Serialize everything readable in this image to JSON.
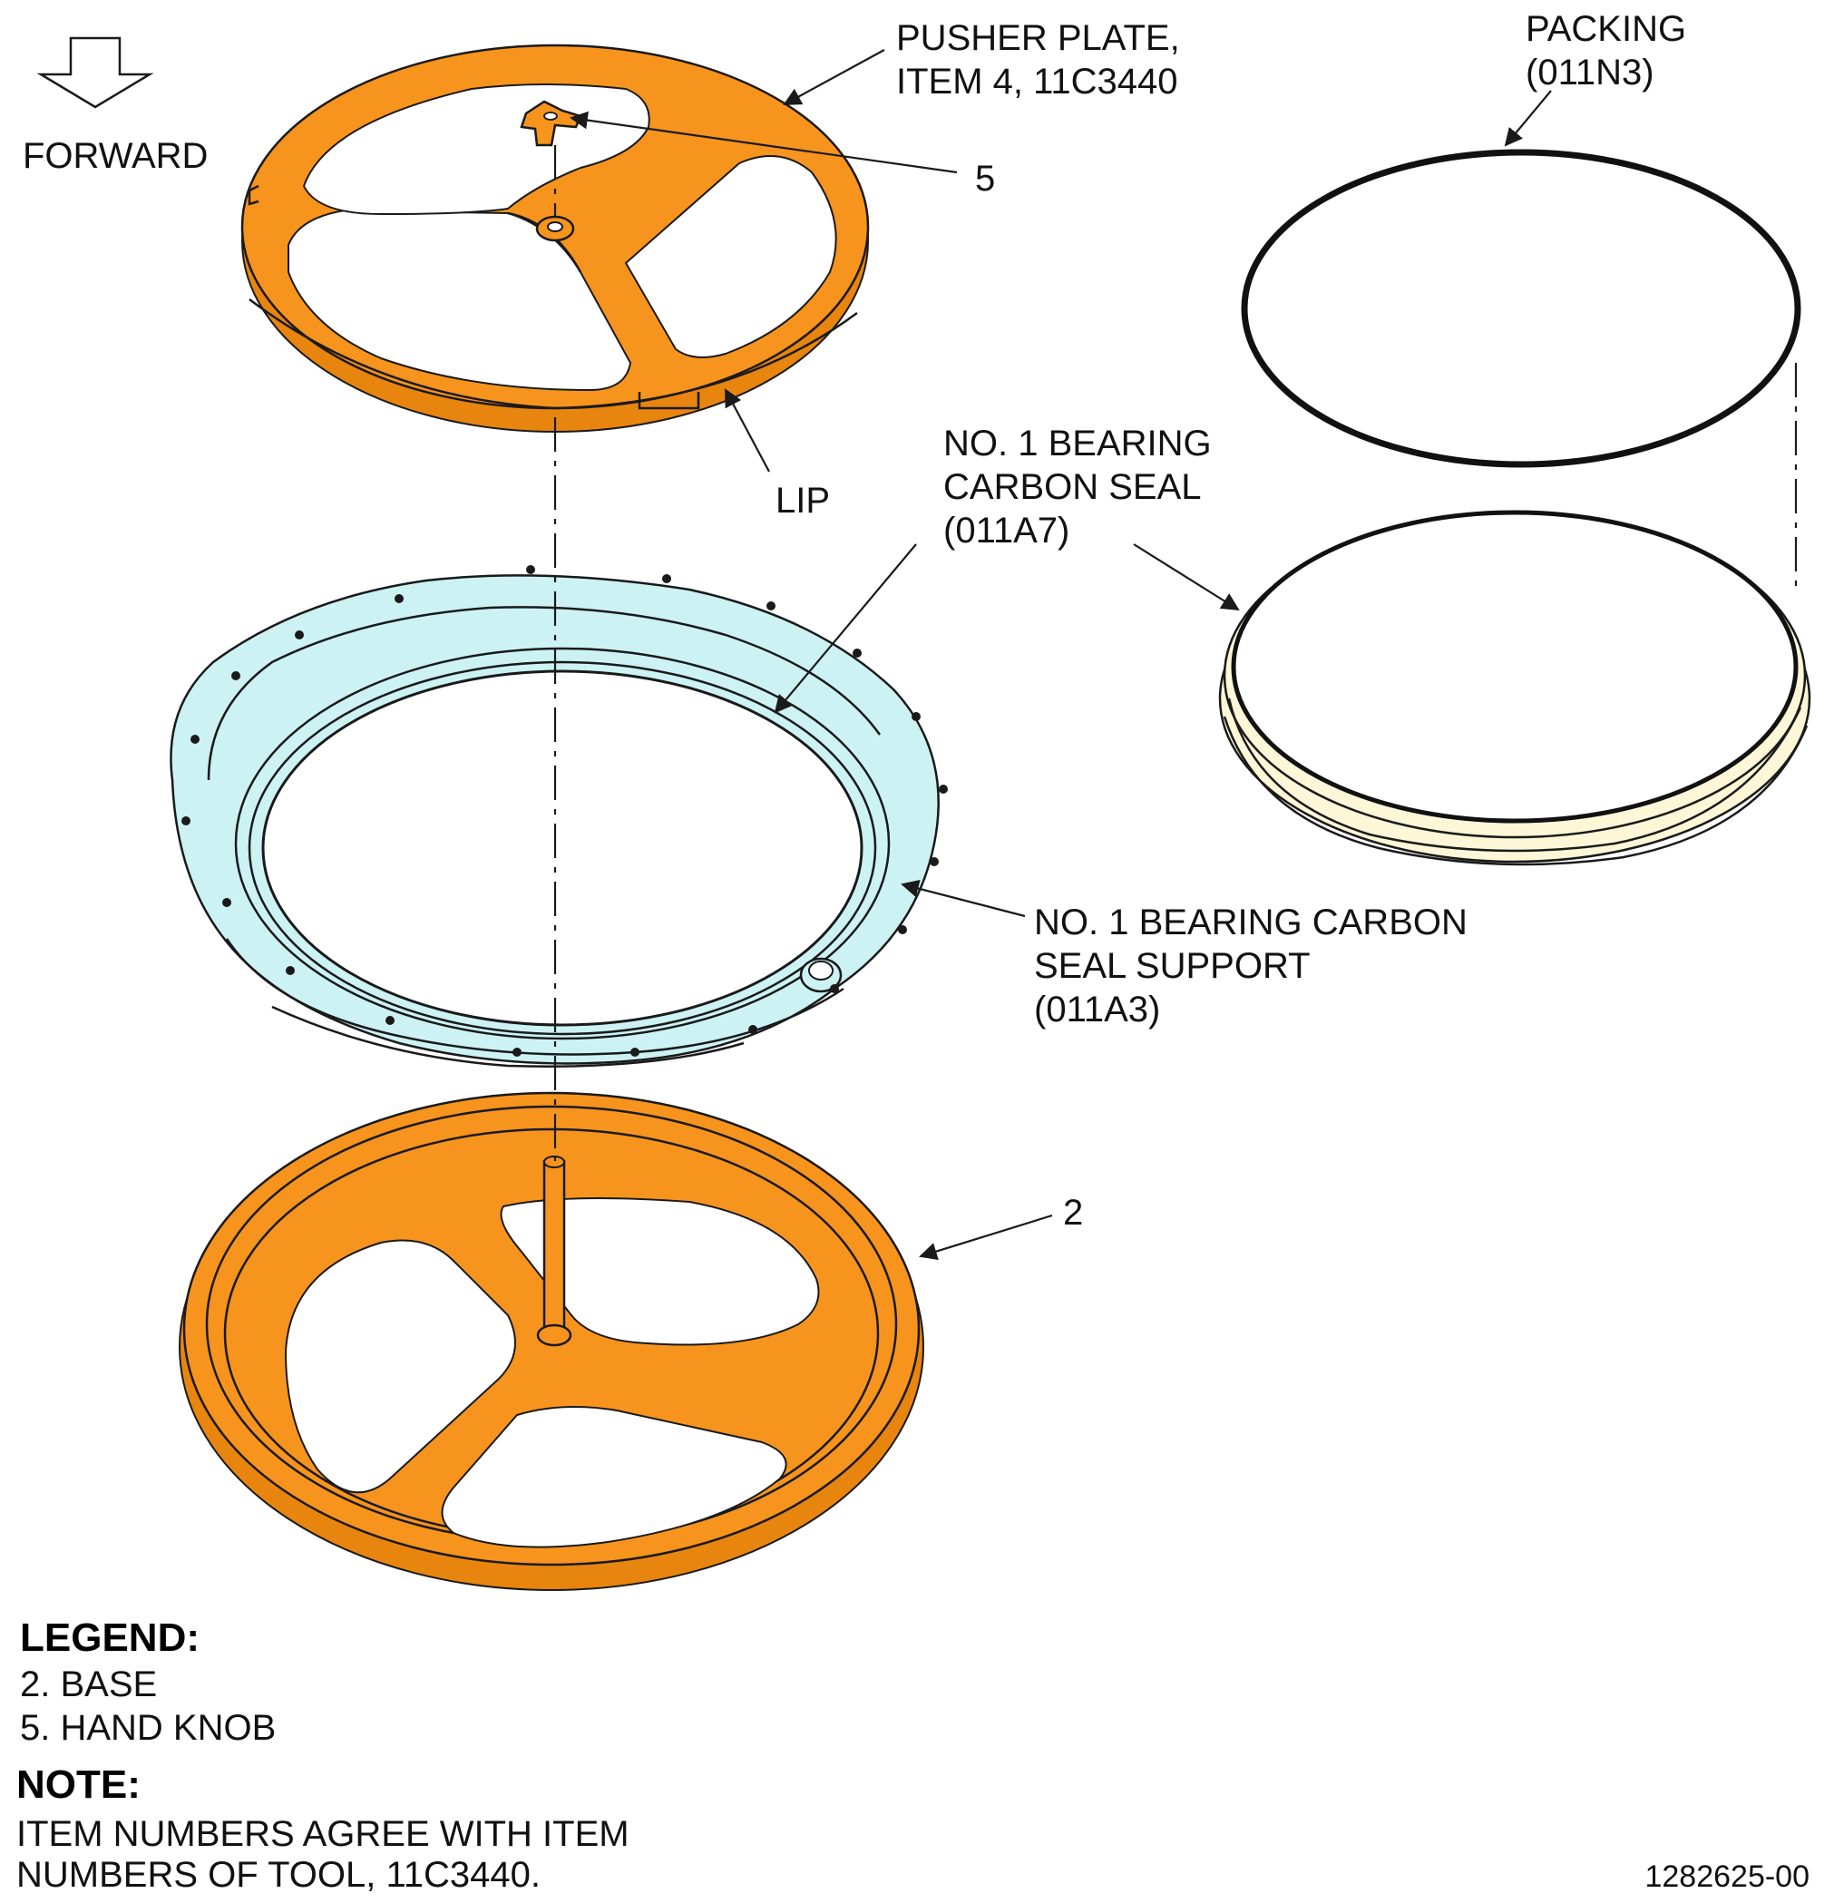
{
  "labels": {
    "forward": "FORWARD",
    "pusher_plate_line1": "PUSHER PLATE,",
    "pusher_plate_line2": "ITEM 4, 11C3440",
    "item5": "5",
    "lip": "LIP",
    "packing_line1": "PACKING",
    "packing_line2": "(011N3)",
    "carbon_seal_line1": "NO. 1 BEARING",
    "carbon_seal_line2": "CARBON SEAL",
    "carbon_seal_line3": "(011A7)",
    "seal_support_line1": "NO. 1 BEARING CARBON",
    "seal_support_line2": "SEAL SUPPORT",
    "seal_support_line3": "(011A3)",
    "item2": "2"
  },
  "legend": {
    "title": "LEGEND:",
    "items": [
      "2. BASE",
      "5. HAND KNOB"
    ]
  },
  "note": {
    "title": "NOTE:",
    "line1": "ITEM NUMBERS AGREE WITH ITEM",
    "line2": "NUMBERS OF TOOL, 11C3440."
  },
  "drawing_number": "1282625-00",
  "colors": {
    "tool_orange": "#F7941D",
    "support_cyan": "#CCF2F4",
    "seal_cream": "#FDF7D8"
  }
}
